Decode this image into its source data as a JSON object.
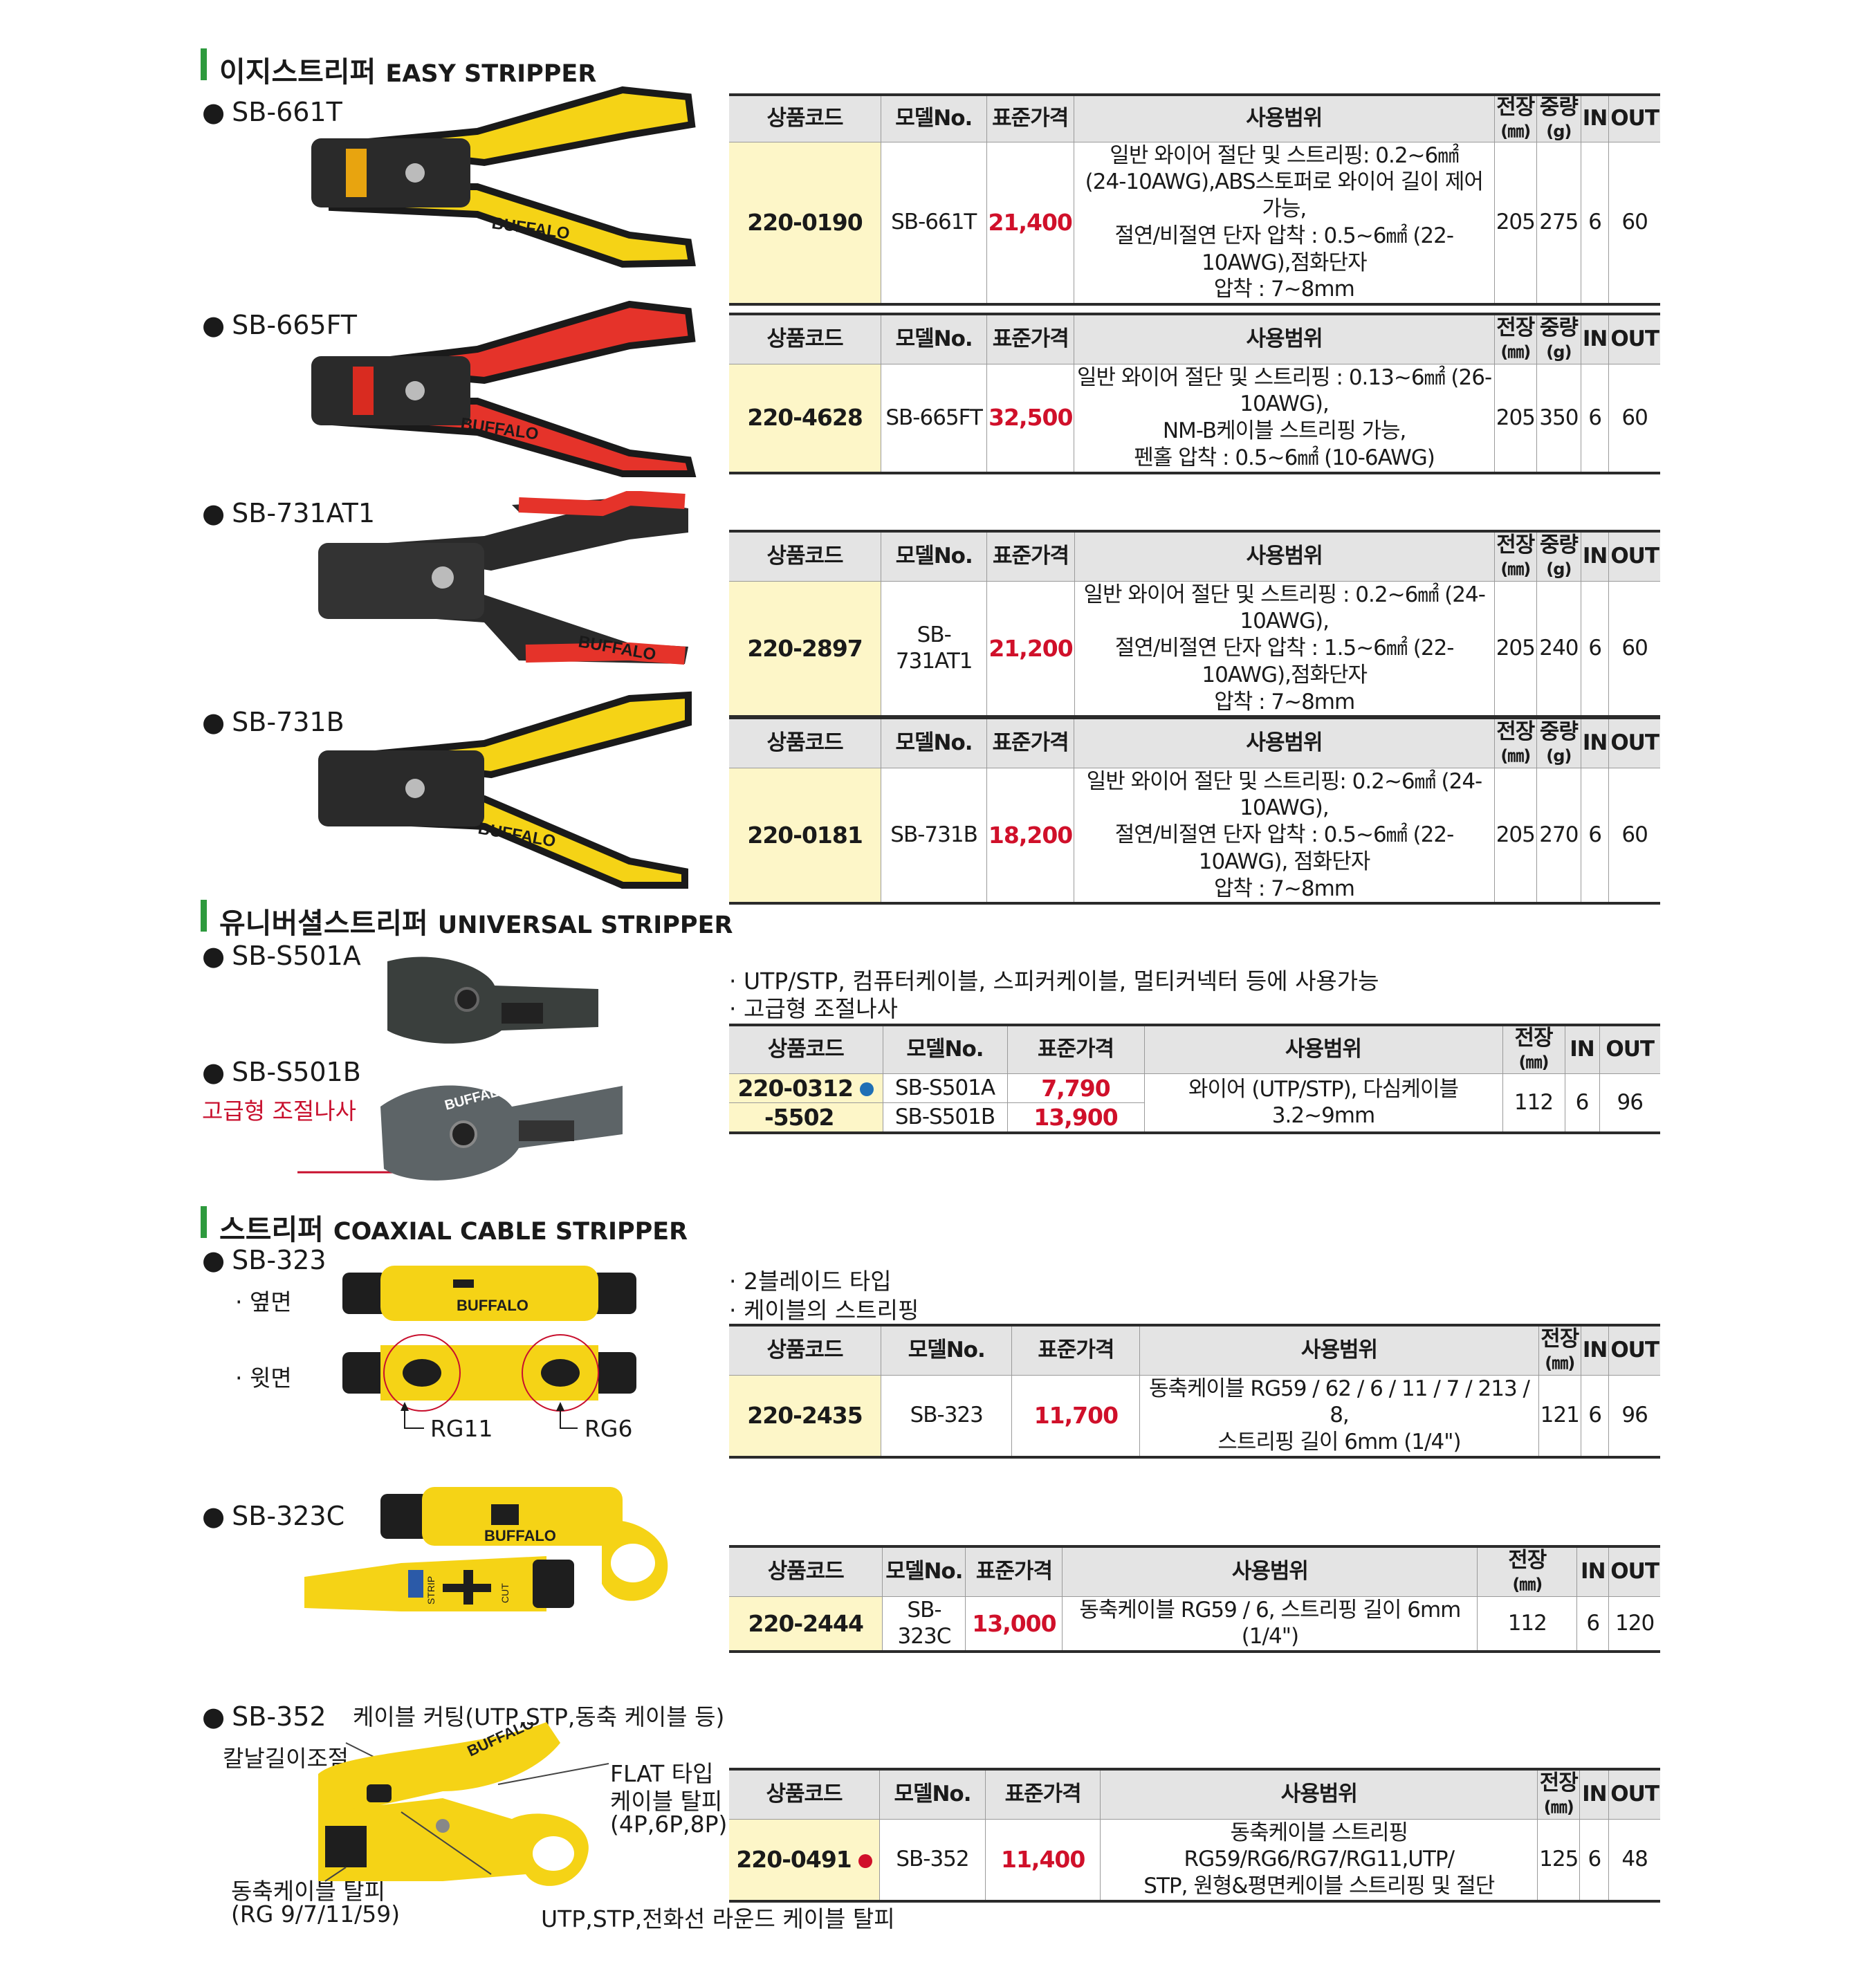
{
  "sections": {
    "easy": {
      "ko": "이지스트리퍼",
      "en": "EASY STRIPPER"
    },
    "universal": {
      "ko": "유니버셜스트리퍼",
      "en": "UNIVERSAL STRIPPER"
    },
    "coax": {
      "ko": "스트리퍼",
      "en": "COAXIAL CABLE STRIPPER"
    }
  },
  "headers": {
    "code": "상품코드",
    "model": "모델No.",
    "price": "표준가격",
    "usage": "사용범위",
    "length": "전장",
    "length_unit": "(㎜)",
    "weight": "중량",
    "weight_unit": "(g)",
    "in": "IN",
    "out": "OUT"
  },
  "brand": "BUFFALO",
  "products": [
    {
      "label": "SB-661T",
      "code": "220-0190",
      "model": "SB-661T",
      "price": "21,400",
      "usage": [
        "일반 와이어 절단 및 스트리핑: 0.2~6㎟",
        "(24-10AWG),ABS스토퍼로 와이어 길이 제어 가능,",
        "절연/비절연 단자 압착 : 0.5~6㎟ (22-10AWG),점화단자",
        "압착 : 7~8mm"
      ],
      "length": "205",
      "weight": "275",
      "in": "6",
      "out": "60",
      "color": "#f5d316"
    },
    {
      "label": "SB-665FT",
      "code": "220-4628",
      "model": "SB-665FT",
      "price": "32,500",
      "usage": [
        "일반 와이어 절단 및 스트리핑 : 0.13~6㎟ (26-10AWG),",
        "NM-B케이블 스트리핑 가능,",
        "펜홀 압착 : 0.5~6㎟ (10-6AWG)"
      ],
      "length": "205",
      "weight": "350",
      "in": "6",
      "out": "60",
      "color": "#e5332a"
    },
    {
      "label": "SB-731AT1",
      "code": "220-2897",
      "model": "SB-731AT1",
      "price": "21,200",
      "usage": [
        "일반 와이어 절단 및 스트리핑 : 0.2~6㎟ (24-10AWG),",
        "절연/비절연 단자 압착 : 1.5~6㎟ (22-10AWG),점화단자",
        "압착 : 7~8mm"
      ],
      "length": "205",
      "weight": "240",
      "in": "6",
      "out": "60",
      "color": "#e5332a"
    },
    {
      "label": "SB-731B",
      "code": "220-0181",
      "model": "SB-731B",
      "price": "18,200",
      "usage": [
        "일반 와이어 절단 및 스트리핑: 0.2~6㎟ (24-10AWG),",
        "절연/비절연 단자 압착 : 0.5~6㎟ (22-10AWG), 점화단자",
        "압착 : 7~8mm"
      ],
      "length": "205",
      "weight": "270",
      "in": "6",
      "out": "60",
      "color": "#f5d316"
    }
  ],
  "universal": {
    "label_a": "SB-S501A",
    "label_b": "SB-S501B",
    "note_b": "고급형 조절나사",
    "bullets": [
      "UTP/STP, 컴퓨터케이블, 스피커케이블, 멀티커넥터 등에 사용가능",
      "고급형 조절나사"
    ],
    "rows": [
      {
        "code": "220-0312",
        "model": "SB-S501A",
        "price": "7,790",
        "dot": "#1f6fb5"
      },
      {
        "code": "-5502",
        "model": "SB-S501B",
        "price": "13,900"
      }
    ],
    "usage": "와이어 (UTP/STP), 다심케이블 3.2~9mm",
    "length": "112",
    "in": "6",
    "out": "96"
  },
  "sb323": {
    "label": "SB-323",
    "side": "옆면",
    "top": "윗면",
    "rg11": "RG11",
    "rg6": "RG6",
    "bullets": [
      "2블레이드 타입",
      "케이블의 스트리핑"
    ],
    "code": "220-2435",
    "model": "SB-323",
    "price": "11,700",
    "usage": [
      "동축케이블 RG59 / 62 / 6 / 11 / 7 / 213 / 8,",
      "스트리핑 길이 6mm (1/4\")"
    ],
    "length": "121",
    "in": "6",
    "out": "96"
  },
  "sb323c": {
    "label": "SB-323C",
    "strip": "STRIP",
    "cut": "CUT",
    "code": "220-2444",
    "model": "SB-323C",
    "price": "13,000",
    "usage": "동축케이블 RG59 / 6, 스트리핑 길이 6mm (1/4\")",
    "length": "112",
    "in": "6",
    "out": "120"
  },
  "sb352": {
    "label": "SB-352",
    "callouts": {
      "cutting": "케이블 커팅(UTP,STP,동축 케이블 등)",
      "blade": "칼날길이조절",
      "flat1": "FLAT 타입",
      "flat2": "케이블 탈피",
      "flat3": "(4P,6P,8P)",
      "coax1": "동축케이블 탈피",
      "coax2": "(RG 9/7/11/59)",
      "utp": "UTP,STP,전화선 라운드 케이블 탈피"
    },
    "code": "220-0491",
    "model": "SB-352",
    "price": "11,400",
    "dot": "#d0102a",
    "usage": [
      "동축케이블 스트리핑 RG59/RG6/RG7/RG11,UTP/",
      "STP, 원형&평면케이블 스트리핑 및 절단"
    ],
    "length": "125",
    "in": "6",
    "out": "48"
  }
}
